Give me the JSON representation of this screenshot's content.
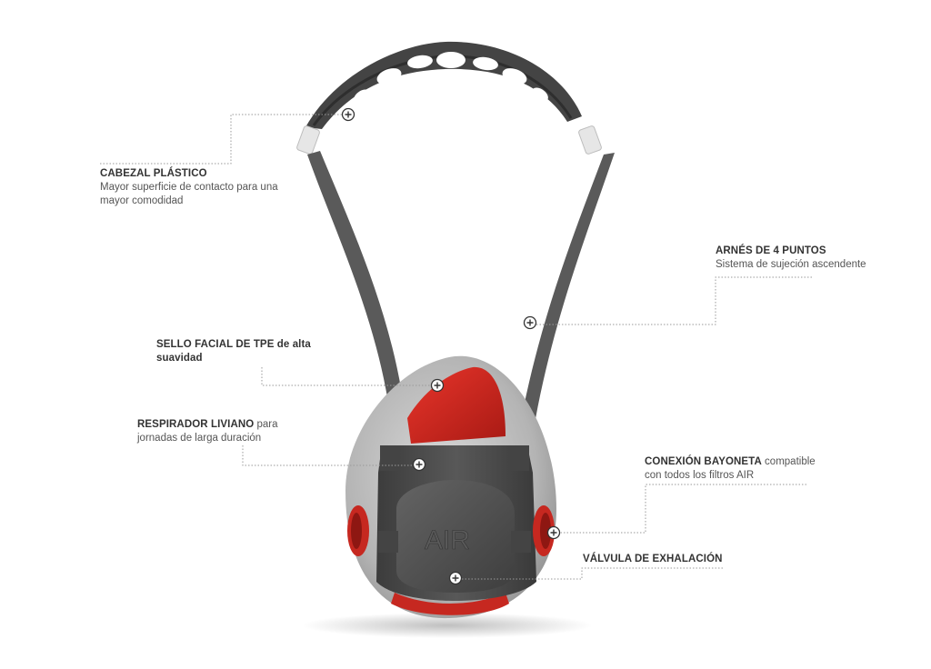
{
  "product": {
    "embossed_logo": "AIR"
  },
  "colors": {
    "accent_red": "#d42a22",
    "body_gray": "#b9b9b9",
    "frame_dark": "#4a4a4a",
    "strap_gray": "#5e5e5e",
    "leader_line": "#9a9a9a"
  },
  "callouts": [
    {
      "id": "cabezal",
      "title": "CABEZAL PLÁSTICO",
      "desc_line1": "Mayor superficie de contacto para una",
      "desc_line2": "mayor comodidad"
    },
    {
      "id": "arnes",
      "title": "ARNÉS DE 4 PUNTOS",
      "desc_line1": "Sistema de sujeción ascendente"
    },
    {
      "id": "sello",
      "title": "SELLO FACIAL DE TPE de alta",
      "title_line2": "suavidad"
    },
    {
      "id": "respirador",
      "title": "RESPIRADOR LIVIANO",
      "desc_inline": " para",
      "desc_line2": "jornadas de larga duración"
    },
    {
      "id": "conexion",
      "title": "CONEXIÓN BAYONETA",
      "desc_inline": " compatible",
      "desc_line2": "con todos los filtros AIR"
    },
    {
      "id": "valvula",
      "title": "VÁLVULA DE EXHALACIÓN"
    }
  ],
  "hotspot_icon": "plus-circle-icon"
}
